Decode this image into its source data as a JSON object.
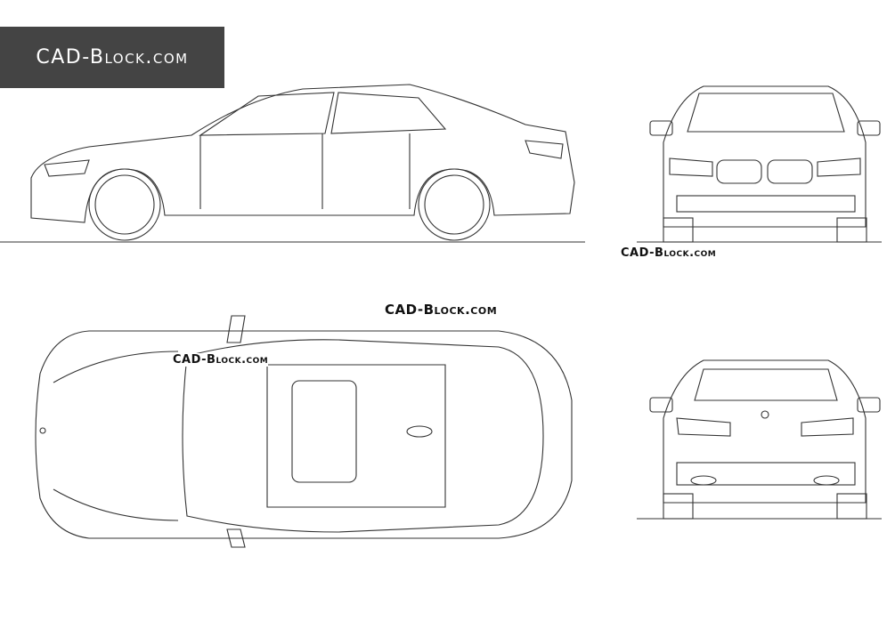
{
  "logo": {
    "text": "CAD-Block.com",
    "background": "#444444"
  },
  "watermarks": [
    "CAD-Block.com",
    "CAD-Block.com",
    "CAD-Block.com"
  ],
  "views": [
    "side-view",
    "front-view",
    "top-view",
    "rear-view"
  ]
}
